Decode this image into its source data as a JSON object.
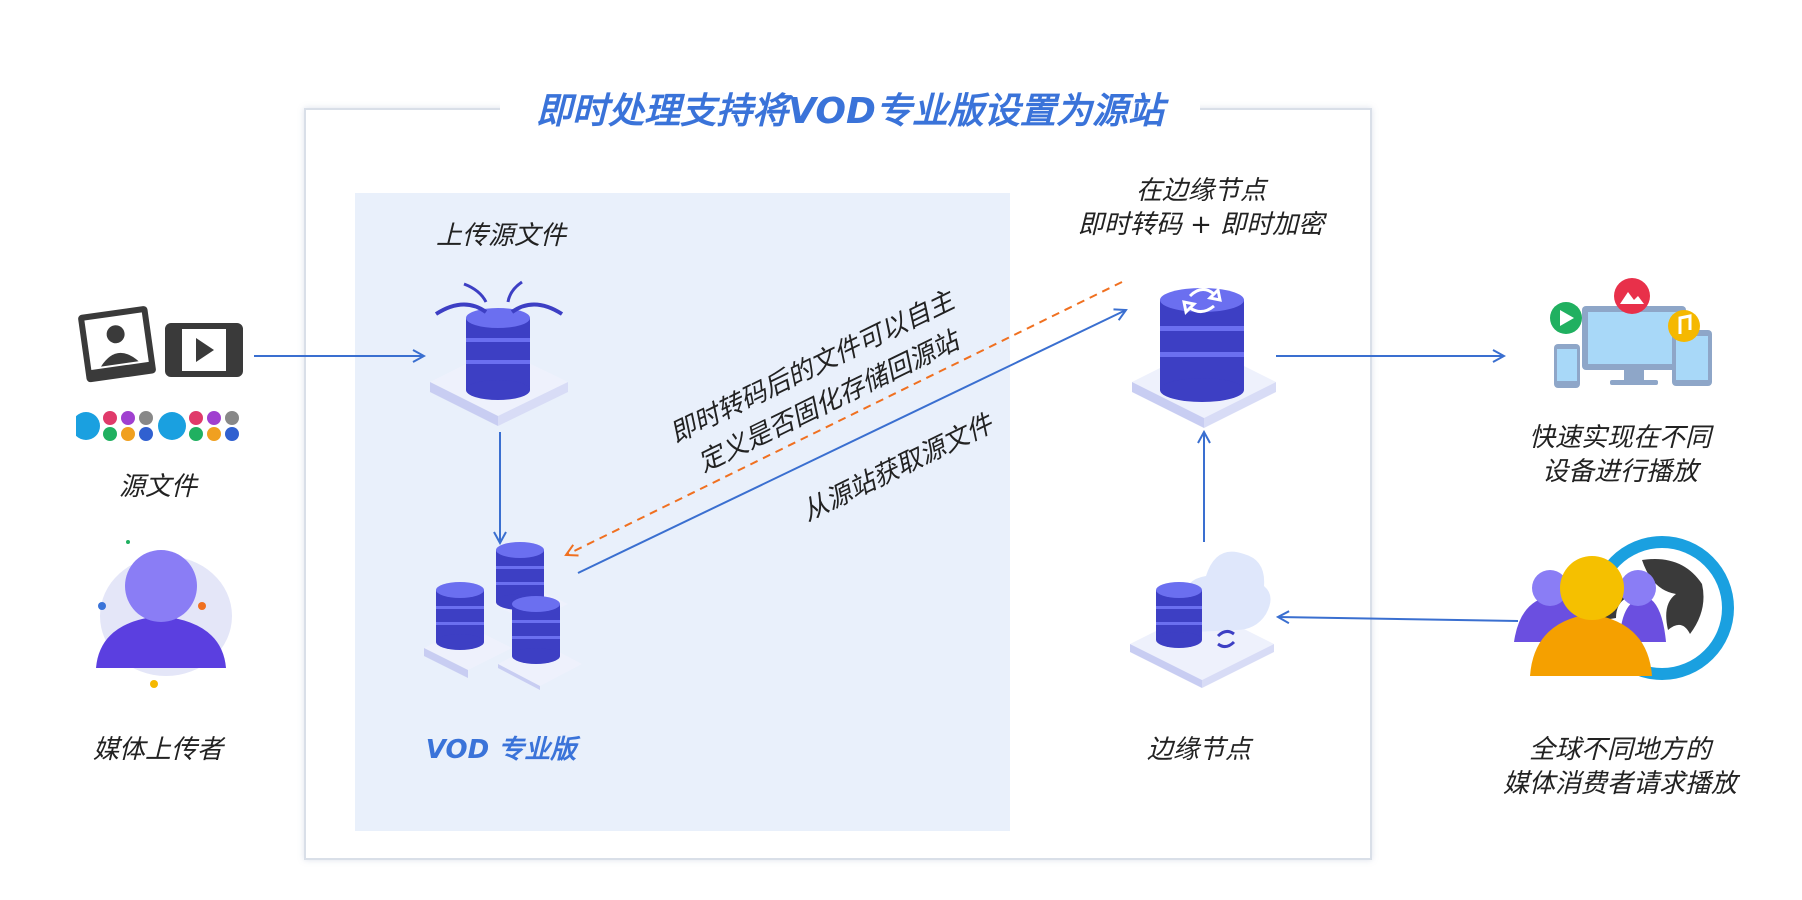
{
  "title": "即时处理支持将VOD专业版设置为源站",
  "labels": {
    "upload_source": "上传源文件",
    "edge_transcode_line1": "在边缘节点",
    "edge_transcode_line2": "即时转码 + 即时加密",
    "source_file": "源文件",
    "media_uploader": "媒体上传者",
    "vod_pro": "VOD 专业版",
    "edge_node": "边缘节点",
    "fast_play_line1": "快速实现在不同",
    "fast_play_line2": "设备进行播放",
    "global_consumers_line1": "全球不同地方的",
    "global_consumers_line2": "媒体消费者请求播放"
  },
  "annotations": {
    "store_back_line1": "即时转码后的文件可以自主",
    "store_back_line2": "定义是否固化存储回源站",
    "fetch_from_origin": "从源站获取源文件"
  },
  "colors": {
    "accent": "#3a73d9",
    "arrow": "#3a6fd0",
    "dashed_arrow": "#f07020",
    "db_dark": "#3d3fc4",
    "db_light": "#6b6ff0",
    "panel_bg": "#e9f0fb"
  }
}
